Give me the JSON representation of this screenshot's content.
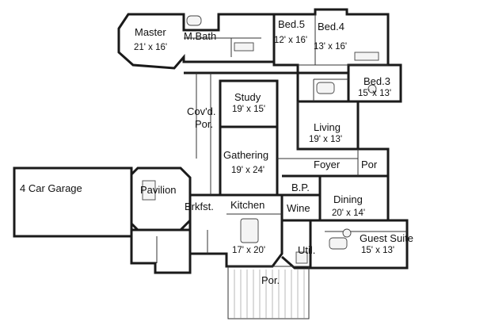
{
  "plan": {
    "rooms": [
      {
        "key": "master",
        "name": "Master",
        "dims": "21' x 16'"
      },
      {
        "key": "mbath",
        "name": "M.Bath",
        "dims": ""
      },
      {
        "key": "bed5",
        "name": "Bed.5",
        "dims": "12' x 16'"
      },
      {
        "key": "bed4",
        "name": "Bed.4",
        "dims": "13' x 16'"
      },
      {
        "key": "bed3",
        "name": "Bed.3",
        "dims": "15' x 13'"
      },
      {
        "key": "study",
        "name": "Study",
        "dims": "19' x 15'"
      },
      {
        "key": "covdpor",
        "name": "Cov'd.",
        "dims": "Por."
      },
      {
        "key": "living",
        "name": "Living",
        "dims": "19' x 13'"
      },
      {
        "key": "gathering",
        "name": "Gathering",
        "dims": "19' x 24'"
      },
      {
        "key": "foyer",
        "name": "Foyer",
        "dims": ""
      },
      {
        "key": "porfront",
        "name": "Por",
        "dims": ""
      },
      {
        "key": "garage",
        "name": "4 Car Garage",
        "dims": ""
      },
      {
        "key": "pavilion",
        "name": "Pavilion",
        "dims": ""
      },
      {
        "key": "bp",
        "name": "B.P.",
        "dims": ""
      },
      {
        "key": "dining",
        "name": "Dining",
        "dims": "20' x 14'"
      },
      {
        "key": "brkfst",
        "name": "Brkfst.",
        "dims": ""
      },
      {
        "key": "kitchen",
        "name": "Kitchen",
        "dims": ""
      },
      {
        "key": "wine",
        "name": "Wine",
        "dims": ""
      },
      {
        "key": "guestsuite",
        "name": "Guest Suite",
        "dims": "15' x 13'"
      },
      {
        "key": "kitchendim",
        "name": "",
        "dims": "17' x 20'"
      },
      {
        "key": "util",
        "name": "Util.",
        "dims": ""
      },
      {
        "key": "porback",
        "name": "Por.",
        "dims": ""
      }
    ]
  }
}
